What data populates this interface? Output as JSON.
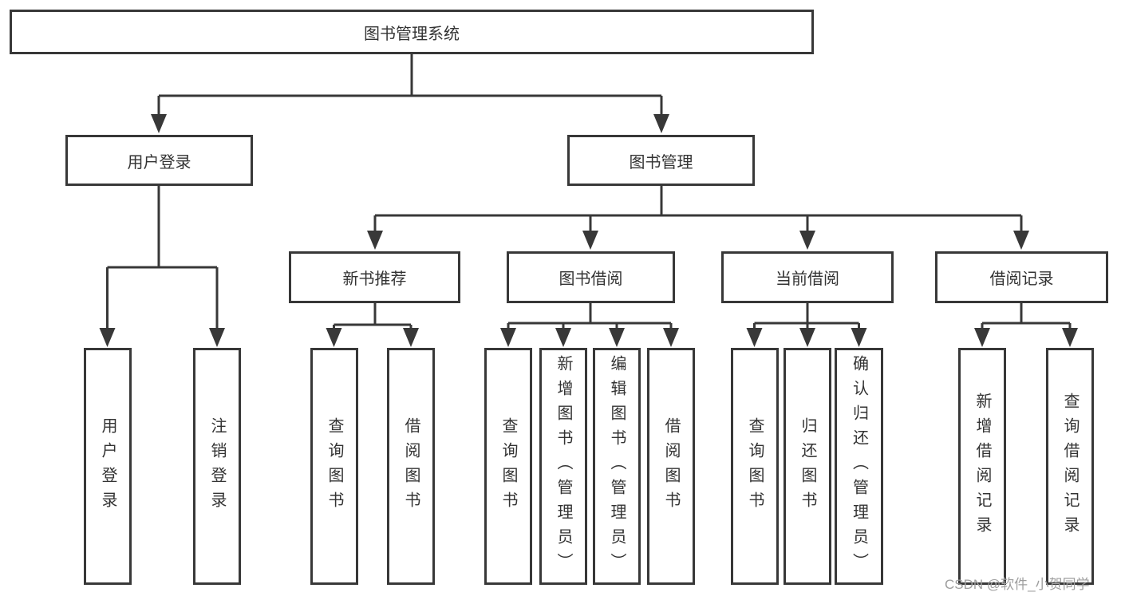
{
  "colors": {
    "line": "#383838",
    "border": "#383838",
    "text": "#333333",
    "background": "#ffffff",
    "watermark": "#9e9e9e"
  },
  "tree": {
    "root": {
      "label": "图书管理系统"
    },
    "branches": [
      {
        "label": "用户登录",
        "children": [
          {
            "label": "用户登录"
          },
          {
            "label": "注销登录"
          }
        ]
      },
      {
        "label": "图书管理",
        "children": [
          {
            "label": "新书推荐",
            "children": [
              {
                "label": "查询图书"
              },
              {
                "label": "借阅图书"
              }
            ]
          },
          {
            "label": "图书借阅",
            "children": [
              {
                "label": "查询图书"
              },
              {
                "label": "新增图书（管理员）"
              },
              {
                "label": "编辑图书（管理员）"
              },
              {
                "label": "借阅图书"
              }
            ]
          },
          {
            "label": "当前借阅",
            "children": [
              {
                "label": "查询图书"
              },
              {
                "label": "归还图书"
              },
              {
                "label": "确认归还（管理员）"
              }
            ]
          },
          {
            "label": "借阅记录",
            "children": [
              {
                "label": "新增借阅记录"
              },
              {
                "label": "查询借阅记录"
              }
            ]
          }
        ]
      }
    ]
  },
  "watermark": "CSDN @软件_小贺同学"
}
